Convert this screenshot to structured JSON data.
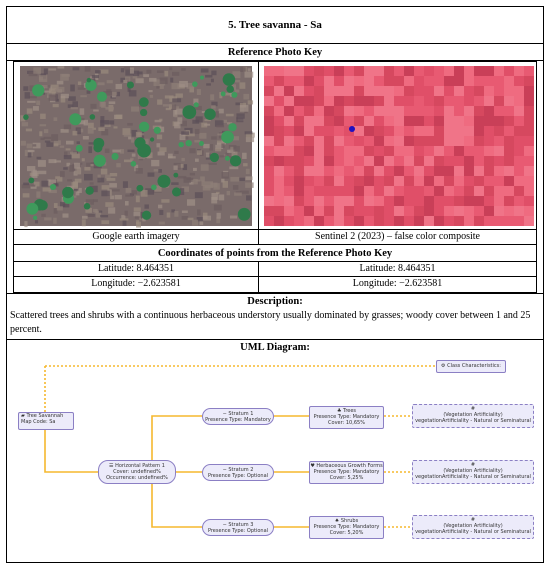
{
  "title": "5. Tree savanna - Sa",
  "reference_heading": "Reference Photo Key",
  "images": {
    "left_caption": "Google earth imagery",
    "right_caption": "Sentinel 2 (2023) – false color composite"
  },
  "coordinates_heading": "Coordinates of points from the Reference Photo Key",
  "coordinates": {
    "left_lat": "Latitude: 8.464351",
    "left_lon": "Longitude:   −2.623581",
    "right_lat": "Latitude: 8.464351",
    "right_lon": "Longitude:   −2.623581"
  },
  "description_heading": "Description:",
  "description_text": "Scattered trees and shrubs with a continuous herbaceous understory usually dominated by grasses; woody cover between 1 and 25 percent.",
  "uml_heading": "UML Diagram:",
  "uml": {
    "class_char": "Class Characteristics:",
    "root_line1": "Tree Savannah",
    "root_line2": "Map Code: Sa",
    "pattern_line1": "Horizontal Pattern 1",
    "pattern_line2": "Cover: undefined%",
    "pattern_line3": "Occurrence: undefined%",
    "stratum1_line1": "Stratum 1",
    "stratum1_line2": "Presence Type: Mandatory",
    "stratum2_line1": "Stratum 2",
    "stratum2_line2": "Presence Type: Optional",
    "stratum3_line1": "Stratum 3",
    "stratum3_line2": "Presence Type: Optional",
    "trees_line1": "Trees",
    "trees_line2": "Presence Type: Mandatory",
    "trees_line3": "Cover: 10,65%",
    "herb_line1": "Herbaceous Growth Forms",
    "herb_line2": "Presence Type: Mandatory",
    "herb_line3": "Cover: 5,25%",
    "shrub_line1": "Shrubs",
    "shrub_line2": "Presence Type: Mandatory",
    "shrub_line3": "Cover: 5,20%",
    "attr_line1": "(Vegetation Artificiality)",
    "attr_line2": "vegetationArtificiality - Natural or Seminatural",
    "attr_icon": "#",
    "accent_color": "#f5b82e",
    "node_fill": "#ecebfa",
    "node_border": "#8b7fc4"
  }
}
